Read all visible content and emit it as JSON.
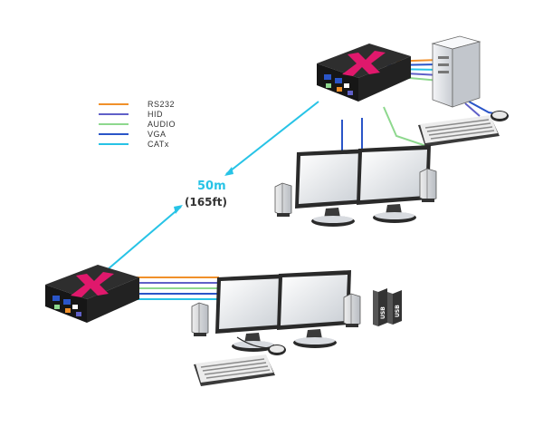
{
  "legend": [
    {
      "label": "RS232",
      "color": "#f0902a"
    },
    {
      "label": "HID",
      "color": "#6060c8"
    },
    {
      "label": "AUDIO",
      "color": "#8ed88e"
    },
    {
      "label": "VGA",
      "color": "#2a55c8"
    },
    {
      "label": "CATx",
      "color": "#27c3e6"
    }
  ],
  "distance": {
    "main": "50m",
    "sub": "(165ft)"
  },
  "usb_labels": [
    "USB",
    "USB"
  ],
  "colors": {
    "unit_accent": "#e0186c",
    "unit_body": "#1e1e1e",
    "catx": "#27c3e6"
  },
  "icons": [
    "kvm-extender-icon",
    "monitor-icon",
    "speaker-icon",
    "keyboard-icon",
    "mouse-icon",
    "tower-pc-icon",
    "usb-device-icon"
  ]
}
